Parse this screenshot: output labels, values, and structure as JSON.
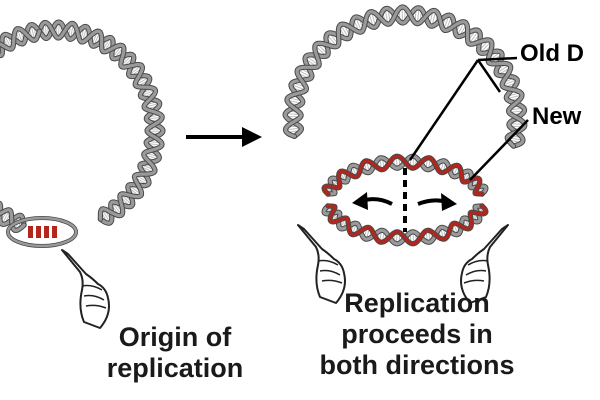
{
  "captions": {
    "origin": [
      "Origin of",
      "replication"
    ],
    "proceeds": [
      "Replication",
      "proceeds in",
      "both directions"
    ]
  },
  "labels": {
    "old_dna": "Old D",
    "new_dna": "New"
  },
  "colors": {
    "old_strand": "#9a9a9a",
    "old_strand_edge": "#4a4a4a",
    "new_strand": "#b3261e",
    "rungs": "#bfbfbf",
    "text": "#1a1a1a",
    "arrow": "#000000"
  },
  "icons": [
    "pointing-hand-icon",
    "arrow-right-icon"
  ]
}
